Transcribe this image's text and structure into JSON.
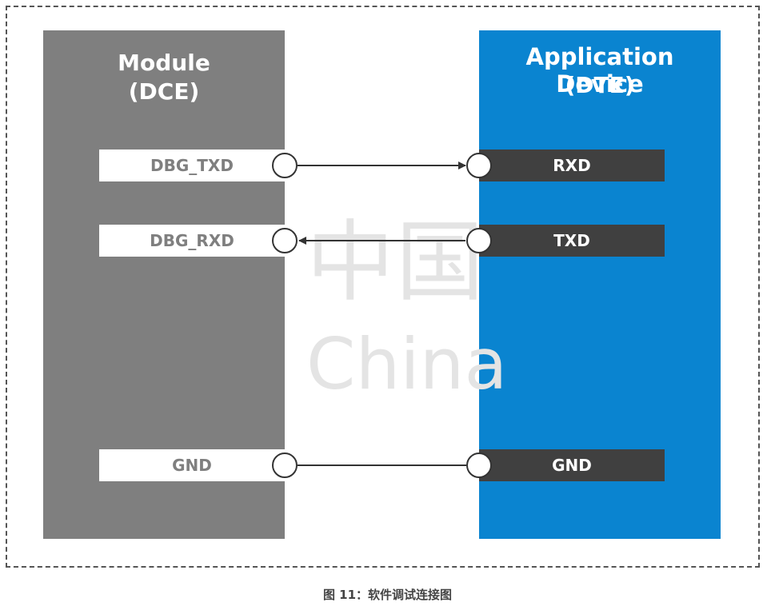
{
  "module": {
    "title_line1": "Module",
    "title_line2": "(DCE)"
  },
  "application": {
    "title_line1": "Application Device",
    "title_line2": "(DTE)"
  },
  "module_pins": [
    "DBG_TXD",
    "DBG_RXD",
    "GND"
  ],
  "app_pins": [
    "RXD",
    "TXD",
    "GND"
  ],
  "watermark": {
    "line1": "中国",
    "line2": "China"
  },
  "caption": "图 11：软件调试连接图",
  "colors": {
    "module_block": "#7f7f7f",
    "app_block": "#0a84d0",
    "app_pin": "#404040",
    "wire": "#333333"
  }
}
